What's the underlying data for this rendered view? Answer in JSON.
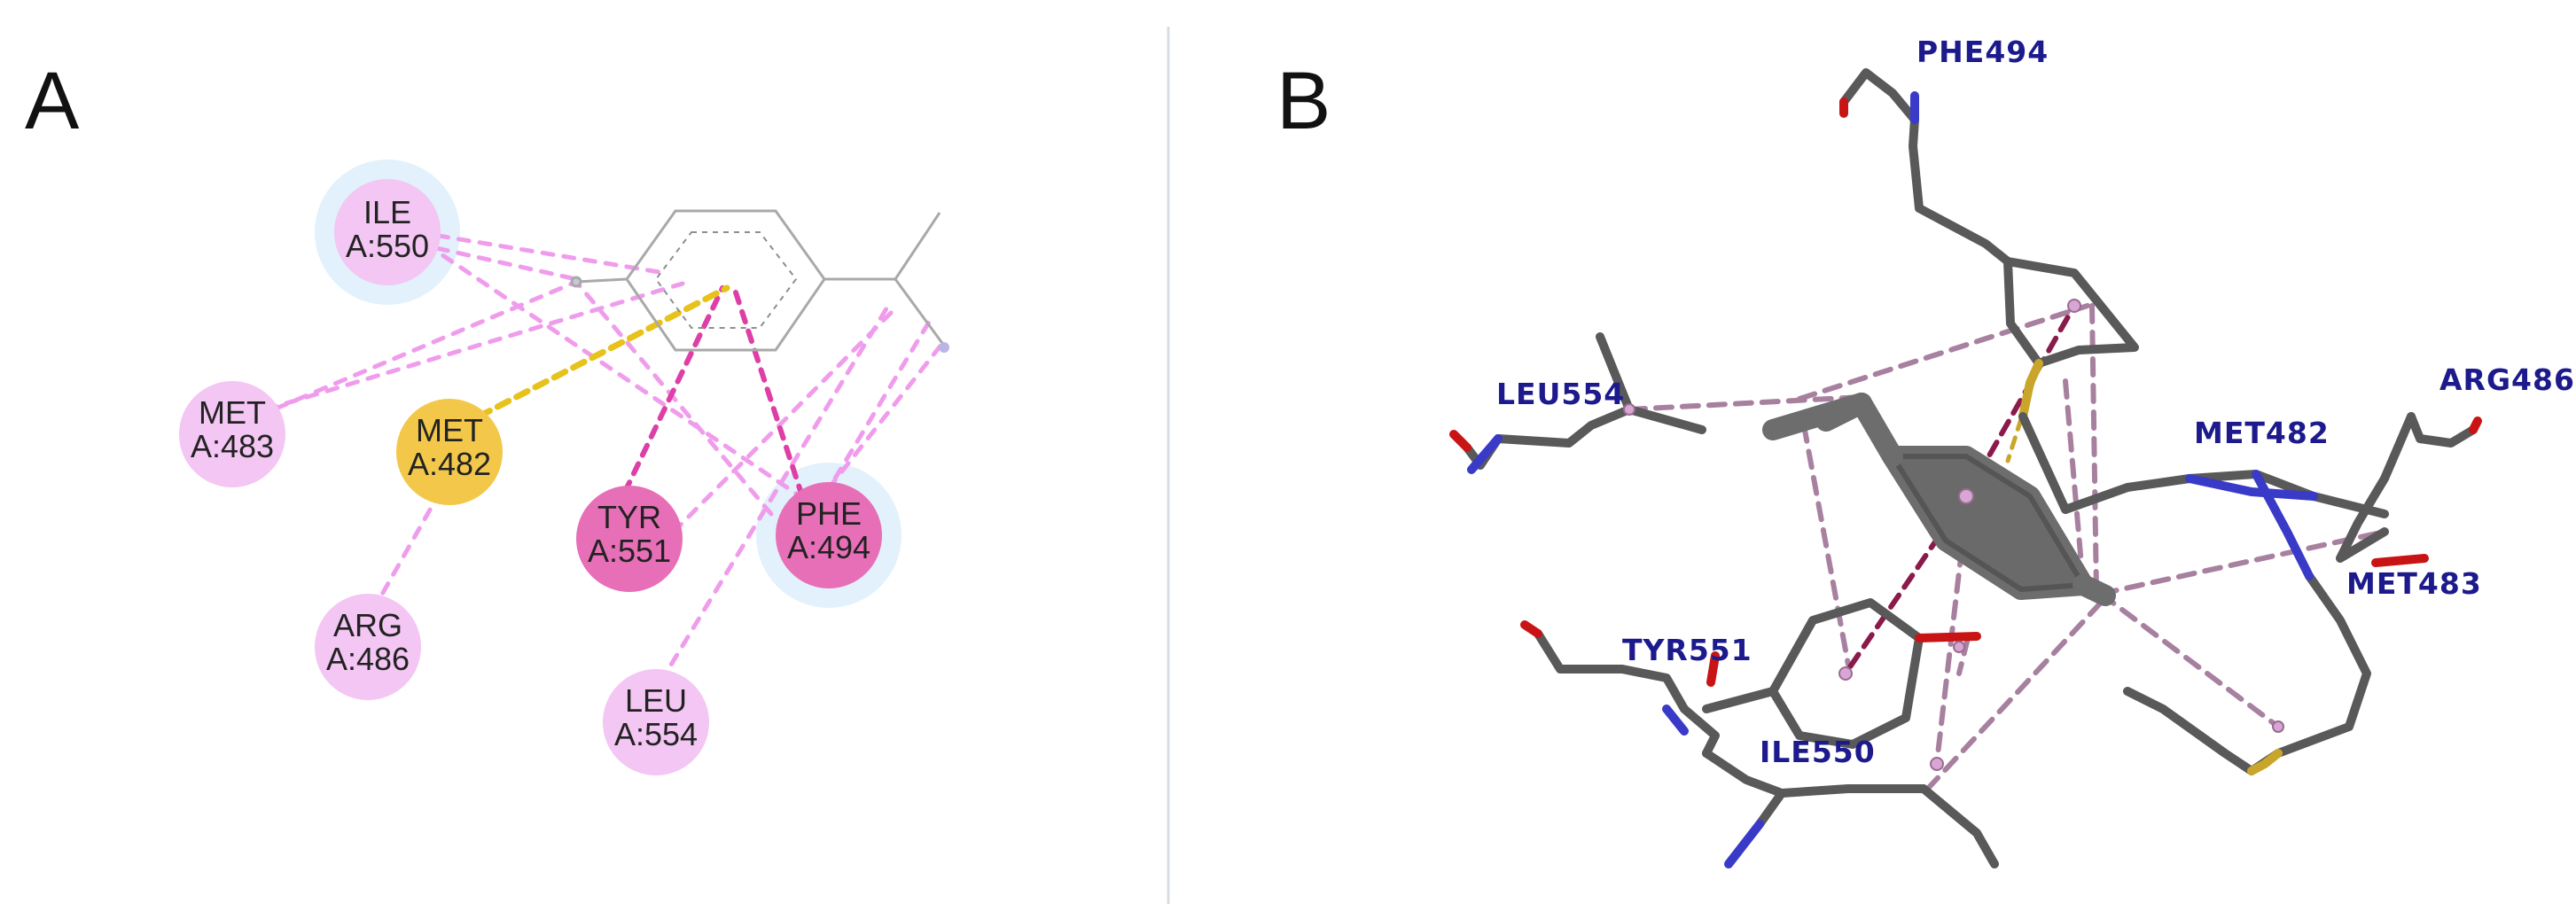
{
  "panels": {
    "a": {
      "letter": "A",
      "residues": [
        {
          "name": "ILE",
          "number": "A:550",
          "kind": "pi-alkyl"
        },
        {
          "name": "MET",
          "number": "A:483",
          "kind": "pi-alkyl"
        },
        {
          "name": "MET",
          "number": "A:482",
          "kind": "pi-sulfur"
        },
        {
          "name": "TYR",
          "number": "A:551",
          "kind": "pi-pi"
        },
        {
          "name": "PHE",
          "number": "A:494",
          "kind": "pi-pi"
        },
        {
          "name": "ARG",
          "number": "A:486",
          "kind": "pi-alkyl"
        },
        {
          "name": "LEU",
          "number": "A:554",
          "kind": "pi-alkyl"
        }
      ]
    },
    "b": {
      "letter": "B",
      "labels": [
        "PHE494",
        "LEU554",
        "ARG486",
        "MET482",
        "MET483",
        "TYR551",
        "ILE550"
      ]
    }
  },
  "colors": {
    "pi_alkyl_fill": "#f3c6f3",
    "pi_alkyl_line": "#f09cec",
    "pi_pi_fill": "#e76fb7",
    "pi_pi_line": "#dd3fa6",
    "pi_sulfur_fill": "#f3c84a",
    "pi_sulfur_line": "#e7c21a",
    "halo": "#e2f1fb",
    "ligand_2d": "#a9a9a9",
    "stick": "#595959",
    "nitrogen": "#3a3ac8",
    "oxygen": "#c81414",
    "sulfur": "#c9a52a",
    "dash_3d": "#9a6b8f",
    "dash_3d_strong": "#8a1a4a",
    "label_3d": "#1c1a8c"
  }
}
